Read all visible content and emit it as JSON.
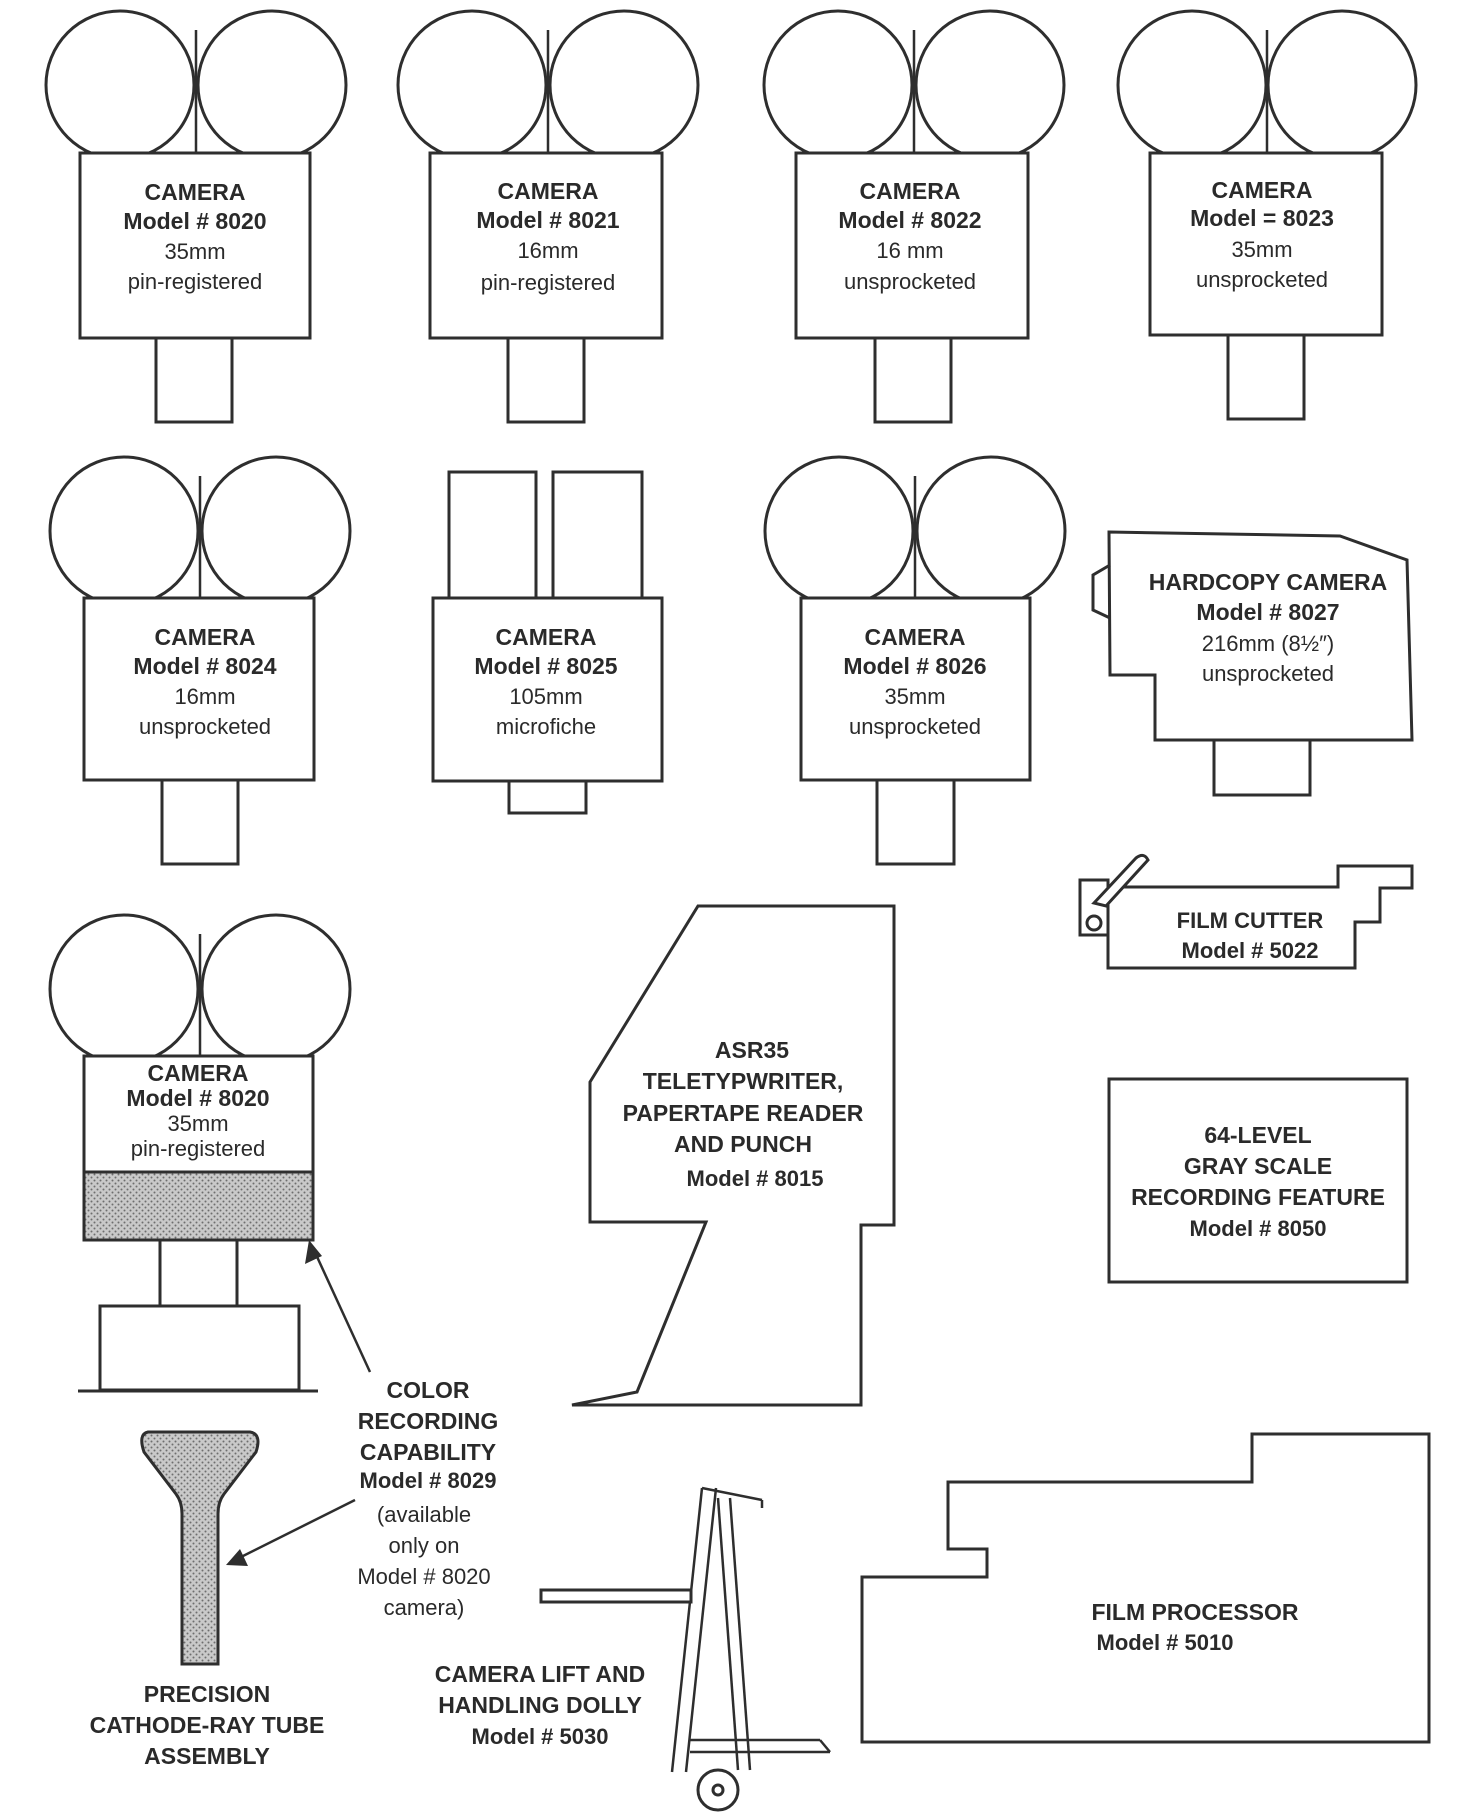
{
  "cameras": [
    {
      "title": "CAMERA",
      "model": "Model # 8020",
      "format": "35mm",
      "type": "pin-registered"
    },
    {
      "title": "CAMERA",
      "model": "Model # 8021",
      "format": "16mm",
      "type": "pin-registered"
    },
    {
      "title": "CAMERA",
      "model": "Model # 8022",
      "format": "16 mm",
      "type": "unsprocketed"
    },
    {
      "title": "CAMERA",
      "model": "Model = 8023",
      "format": "35mm",
      "type": "unsprocketed"
    },
    {
      "title": "CAMERA",
      "model": "Model # 8024",
      "format": "16mm",
      "type": "unsprocketed"
    },
    {
      "title": "CAMERA",
      "model": "Model # 8025",
      "format": "105mm",
      "type": "microfiche"
    },
    {
      "title": "CAMERA",
      "model": "Model # 8026",
      "format": "35mm",
      "type": "unsprocketed"
    }
  ],
  "hardcopy": {
    "title": "HARDCOPY CAMERA",
    "model": "Model # 8027",
    "format": "216mm (8½″)",
    "type": "unsprocketed"
  },
  "film_cutter": {
    "title": "FILM CUTTER",
    "model": "Model # 5022"
  },
  "color_camera": {
    "title": "CAMERA",
    "model": "Model # 8020",
    "format": "35mm",
    "type": "pin-registered"
  },
  "teletype": {
    "line1": "ASR35",
    "line2": "TELETYPWRITER,",
    "line3": "PAPERTAPE READER",
    "line4": "AND PUNCH",
    "model": "Model # 8015"
  },
  "gray_scale": {
    "line1": "64-LEVEL",
    "line2": "GRAY SCALE",
    "line3": "RECORDING FEATURE",
    "model": "Model # 8050"
  },
  "color_recording": {
    "line1": "COLOR",
    "line2": "RECORDING",
    "line3": "CAPABILITY",
    "model": "Model # 8029",
    "note1": "(available",
    "note2": "only on",
    "note3": "Model # 8020",
    "note4": "camera)"
  },
  "crt": {
    "line1": "PRECISION",
    "line2": "CATHODE-RAY TUBE",
    "line3": "ASSEMBLY"
  },
  "dolly": {
    "line1": "CAMERA LIFT AND",
    "line2": "HANDLING DOLLY",
    "model": "Model # 5030"
  },
  "processor": {
    "title": "FILM PROCESSOR",
    "model": "Model # 5010"
  }
}
